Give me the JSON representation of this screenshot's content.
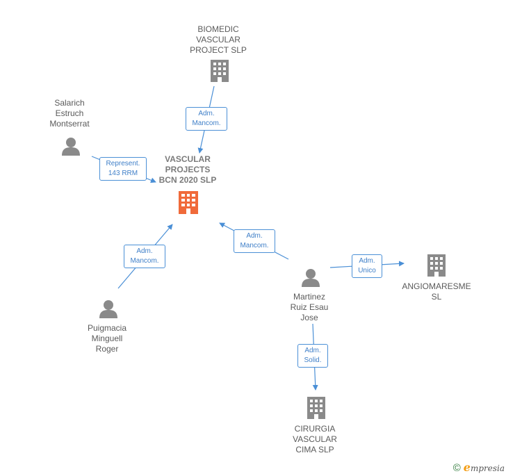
{
  "colors": {
    "edge": "#4a8fd6",
    "icon_gray": "#8a8a8a",
    "icon_center": "#f06a3a"
  },
  "nodes": {
    "center": {
      "label": "VASCULAR\nPROJECTS\nBCN 2020  SLP",
      "icon": "building-icon"
    },
    "biomedic": {
      "label": "BIOMEDIC\nVASCULAR\nPROJECT  SLP",
      "icon": "building-icon"
    },
    "salarich": {
      "label": "Salarich\nEstruch\nMontserrat",
      "icon": "person-icon"
    },
    "puigmacia": {
      "label": "Puigmacia\nMinguell\nRoger",
      "icon": "person-icon"
    },
    "martinez": {
      "label": "Martinez\nRuiz Esau\nJose",
      "icon": "person-icon"
    },
    "angiomaresme": {
      "label": "ANGIOMARESME\nSL",
      "icon": "building-icon"
    },
    "cirurgia": {
      "label": "CIRURGIA\nVASCULAR\nCIMA  SLP",
      "icon": "building-icon"
    }
  },
  "edges": {
    "biomedic_center": "Adm.\nMancom.",
    "salarich_center": "Represent.\n143 RRM",
    "puigmacia_center": "Adm.\nMancom.",
    "martinez_center": "Adm.\nMancom.",
    "martinez_angiomaresme": "Adm.\nUnico",
    "martinez_cirurgia": "Adm.\nSolid."
  },
  "brand": {
    "copyright": "©",
    "initial": "e",
    "rest": "mpresia"
  }
}
